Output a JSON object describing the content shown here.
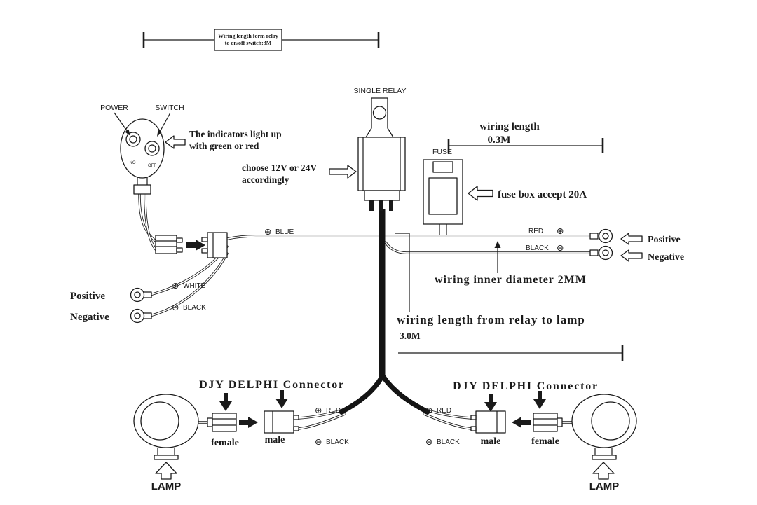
{
  "colors": {
    "ink": "#1a1a1a",
    "background": "#ffffff"
  },
  "icons": {
    "plus": "⊕",
    "minus": "⊖"
  },
  "top_ruler": {
    "note_line1": "Wiring length form relay",
    "note_line2": "to on/off switch:3M"
  },
  "relay": {
    "title": "SINGLE RELAY",
    "choose_line1": "choose  12V or 24V",
    "choose_line2": "accordingly"
  },
  "switch": {
    "power": "POWER",
    "switch": "SWITCH",
    "no": "NO",
    "off": "OFF",
    "note_line1": "The indicators light up",
    "note_line2": "with green or red"
  },
  "dim_03": {
    "label": "wiring length",
    "value": "0.3M"
  },
  "fuse": {
    "label": "FUSE",
    "note": "fuse box accept 20A"
  },
  "switch_harness": {
    "blue": "BLUE",
    "white": "WHITE",
    "black": "BLACK",
    "positive": "Positive",
    "negative": "Negative"
  },
  "battery_side": {
    "red": "RED",
    "black": "BLACK",
    "positive": "Positive",
    "negative": "Negative",
    "note": "wiring inner diameter 2MM"
  },
  "dim_30": {
    "label": "wiring length from relay to lamp",
    "value": "3.0M"
  },
  "lamp_left": {
    "connector": "DJY DELPHI Connector",
    "female": "female",
    "male": "male",
    "red": "RED",
    "black": "BLACK",
    "lamp": "LAMP"
  },
  "lamp_right": {
    "connector": "DJY DELPHI Connector",
    "male": "male",
    "female": "female",
    "red": "RED",
    "black": "BLACK",
    "lamp": "LAMP"
  }
}
